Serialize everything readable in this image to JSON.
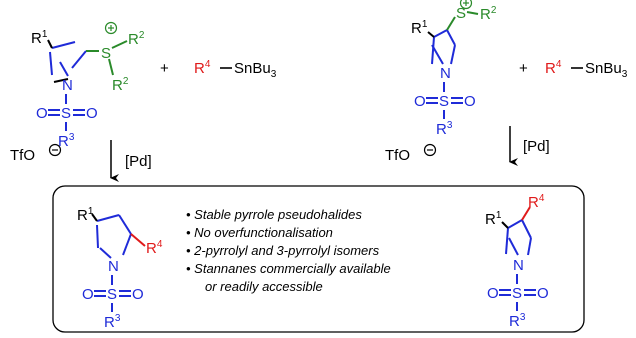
{
  "colors": {
    "blue": "#1f2bd8",
    "green": "#2a8a2a",
    "red": "#e01a1a",
    "black": "#000000"
  },
  "labels": {
    "r": "R",
    "n": "N",
    "s": "S",
    "o": "O",
    "plus": "+",
    "triflate": "TfO",
    "stannane": "SnBu",
    "sub3": "3",
    "n1": "1",
    "n2": "2",
    "n3": "3",
    "n4": "4",
    "catalyst": "[Pd]"
  },
  "bullets": [
    "• Stable pyrrole pseudohalides",
    "• No overfunctionalisation",
    "• 2-pyrrolyl and 3-pyrrolyl isomers",
    "• Stannanes commercially available",
    "or readily accessible"
  ]
}
